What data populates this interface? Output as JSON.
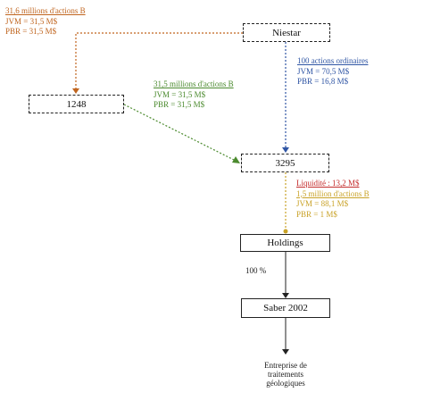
{
  "nodes": {
    "niestar": "Niestar",
    "n1248": "1248",
    "n3295": "3295",
    "holdings": "Holdings",
    "saber": "Saber 2002",
    "entreprise": [
      "Entreprise de",
      "traitements",
      "géologiques"
    ]
  },
  "labels": {
    "orange": [
      "31,6 millions d'actions B",
      "JVM = 31,5 M$",
      "PBR = 31,5 M$"
    ],
    "green": [
      "31,5 millions d'actions B",
      "JVM = 31,5 M$",
      "PBR = 31,5 M$"
    ],
    "blue": [
      "100 actions ordinaires",
      "JVM = 70,5 M$",
      "PBR = 16,8 M$"
    ],
    "liquidite": "Liquidité : 13,2 M$",
    "gold": [
      "1,5 million d'actions B",
      "JVM = 88,1 M$",
      "PBR = 1 M$"
    ],
    "pct": "100 %"
  },
  "colors": {
    "orange": "#c0651f",
    "green": "#4b8a2e",
    "blue": "#2f55a4",
    "gold": "#c9a227",
    "red": "#c42b2b",
    "black": "#222222"
  }
}
